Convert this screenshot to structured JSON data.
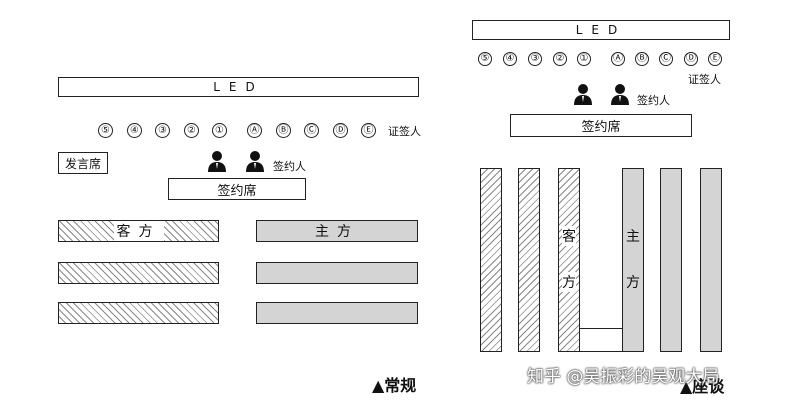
{
  "regular": {
    "led": "LED",
    "witness_seats": [
      "⑤",
      "④",
      "③",
      "②",
      "①",
      "Ⓐ",
      "Ⓑ",
      "Ⓒ",
      "Ⓓ",
      "Ⓔ"
    ],
    "witness_label": "证签人",
    "speaker_label": "发言席",
    "signer_label": "签约人",
    "signing_table": "签约席",
    "guest_label": "客方",
    "host_label": "主方",
    "caption": "▲常规"
  },
  "seminar": {
    "led": "LED",
    "witness_seats": [
      "⑤",
      "④",
      "③",
      "②",
      "①",
      "Ⓐ",
      "Ⓑ",
      "Ⓒ",
      "Ⓓ",
      "Ⓔ"
    ],
    "witness_label": "证签人",
    "signer_label": "签约人",
    "signing_table": "签约席",
    "guest_label": [
      "客",
      "方"
    ],
    "host_label": [
      "主",
      "方"
    ],
    "caption": "▲座谈"
  },
  "watermark": "知乎 @吴振彩的吴观大局",
  "icons": {
    "person": "person-icon"
  }
}
